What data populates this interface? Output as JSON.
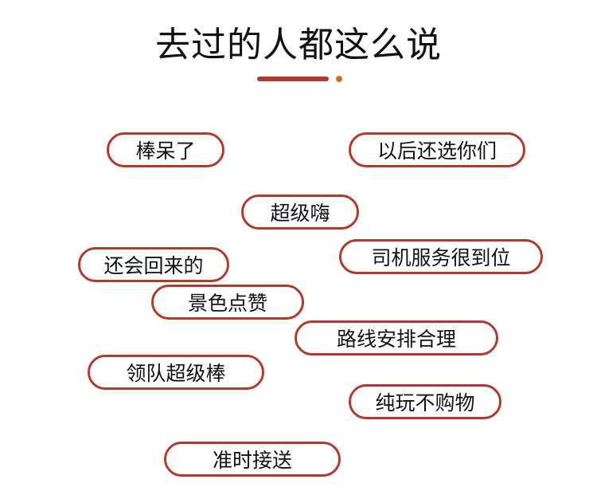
{
  "header": {
    "title": "去过的人都这么说",
    "accent_color": "#b03a2e",
    "dot_color": "#c9712a"
  },
  "tags": [
    "棒呆了",
    "以后还选你们",
    "超级嗨",
    "还会回来的",
    "司机服务很到位",
    "景色点赞",
    "路线安排合理",
    "领队超级棒",
    "纯玩不购物",
    "准时接送"
  ]
}
